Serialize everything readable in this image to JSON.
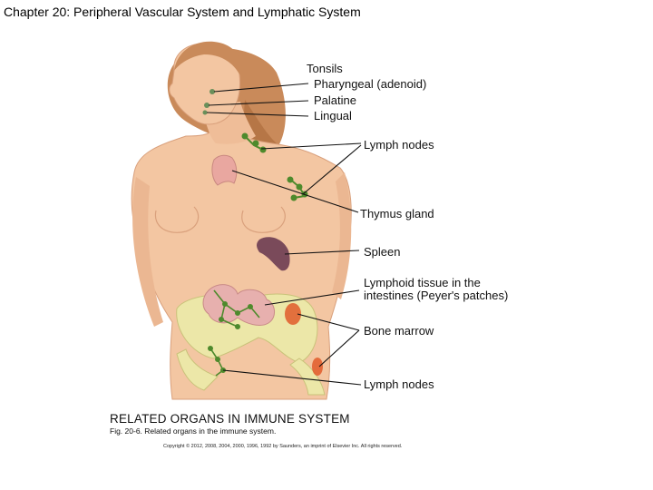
{
  "slide_title": "Chapter 20: Peripheral Vascular System and Lymphatic System",
  "labels": {
    "tonsils": "Tonsils",
    "pharyngeal": "Pharyngeal (adenoid)",
    "palatine": "Palatine",
    "lingual": "Lingual",
    "lymph_nodes_upper": "Lymph nodes",
    "thymus": "Thymus gland",
    "spleen": "Spleen",
    "lymphoid_line1": "Lymphoid tissue in the",
    "lymphoid_line2": "intestines (Peyer's patches)",
    "bone_marrow": "Bone marrow",
    "lymph_nodes_lower": "Lymph nodes"
  },
  "caption": {
    "title": "RELATED ORGANS IN IMMUNE SYSTEM",
    "subtitle": "Fig. 20-6. Related organs in the immune system.",
    "copyright": "Copyright © 2012, 2008, 2004, 2000, 1996, 1992 by Saunders, an imprint of Elsevier Inc. All rights reserved."
  },
  "colors": {
    "skin": "#f3c6a2",
    "skin_shadow": "#e3a986",
    "hair": "#c98a5a",
    "lymph": "#4e8a2c",
    "thymus": "#e9a7a0",
    "spleen": "#7a4a5a",
    "intestine": "#e7b0ae",
    "bone": "#ece7a8",
    "marrow": "#e05a2a"
  }
}
